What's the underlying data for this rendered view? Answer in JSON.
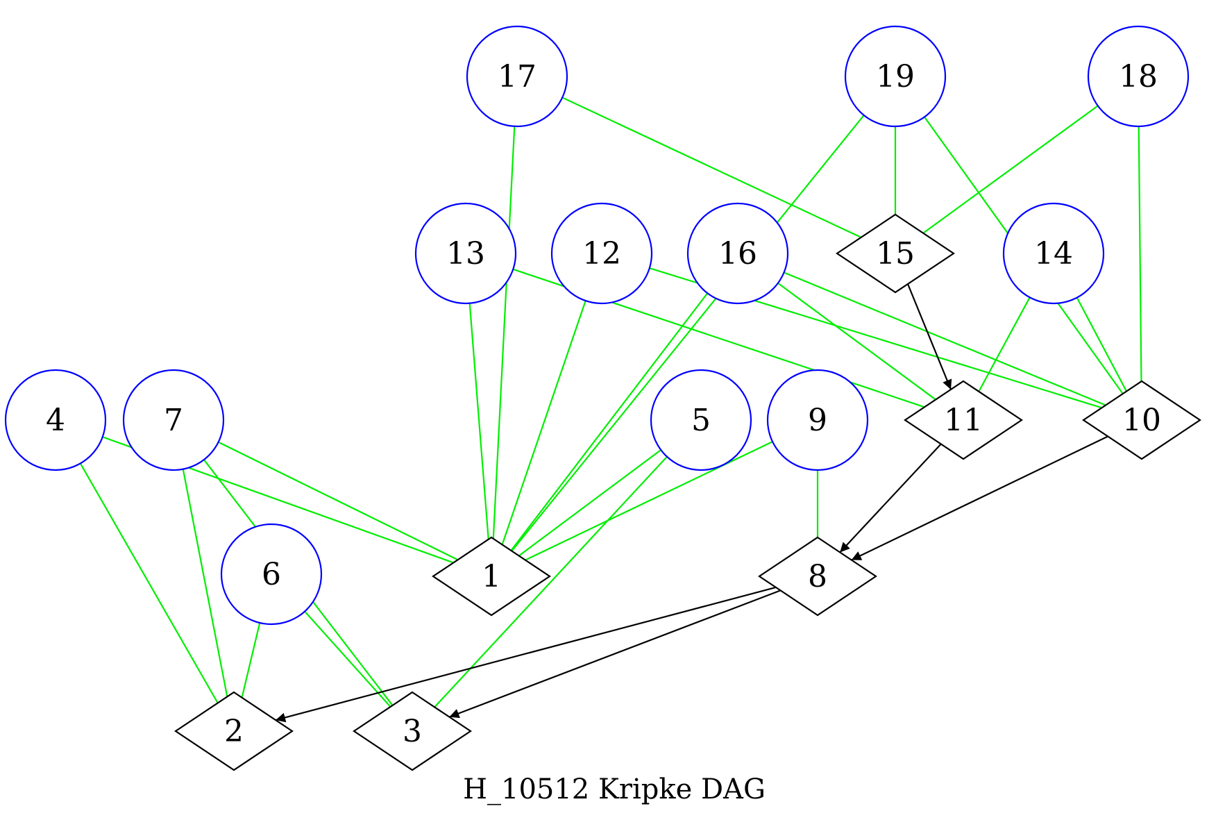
{
  "caption": "H_10512 Kripke DAG",
  "colors": {
    "background": "#ffffff",
    "circle_stroke": "#0000ff",
    "diamond_stroke": "#000000",
    "undirected_edge": "#00ee00",
    "directed_edge": "#000000",
    "text": "#000000"
  },
  "nodes": [
    {
      "id": "17",
      "label": "17",
      "shape": "circle"
    },
    {
      "id": "19",
      "label": "19",
      "shape": "circle"
    },
    {
      "id": "18",
      "label": "18",
      "shape": "circle"
    },
    {
      "id": "13",
      "label": "13",
      "shape": "circle"
    },
    {
      "id": "12",
      "label": "12",
      "shape": "circle"
    },
    {
      "id": "16",
      "label": "16",
      "shape": "circle"
    },
    {
      "id": "15",
      "label": "15",
      "shape": "diamond"
    },
    {
      "id": "14",
      "label": "14",
      "shape": "circle"
    },
    {
      "id": "4",
      "label": "4",
      "shape": "circle"
    },
    {
      "id": "7",
      "label": "7",
      "shape": "circle"
    },
    {
      "id": "5",
      "label": "5",
      "shape": "circle"
    },
    {
      "id": "9",
      "label": "9",
      "shape": "circle"
    },
    {
      "id": "11",
      "label": "11",
      "shape": "diamond"
    },
    {
      "id": "10",
      "label": "10",
      "shape": "diamond"
    },
    {
      "id": "6",
      "label": "6",
      "shape": "circle"
    },
    {
      "id": "1",
      "label": "1",
      "shape": "diamond"
    },
    {
      "id": "8",
      "label": "8",
      "shape": "diamond"
    },
    {
      "id": "2",
      "label": "2",
      "shape": "diamond"
    },
    {
      "id": "3",
      "label": "3",
      "shape": "diamond"
    }
  ],
  "edges": [
    {
      "from": "17",
      "to": "1",
      "directed": false
    },
    {
      "from": "17",
      "to": "15",
      "directed": false
    },
    {
      "from": "19",
      "to": "1",
      "directed": false
    },
    {
      "from": "19",
      "to": "15",
      "directed": false
    },
    {
      "from": "19",
      "to": "10",
      "directed": false
    },
    {
      "from": "18",
      "to": "15",
      "directed": false
    },
    {
      "from": "18",
      "to": "10",
      "directed": false
    },
    {
      "from": "13",
      "to": "1",
      "directed": false
    },
    {
      "from": "13",
      "to": "11",
      "directed": false
    },
    {
      "from": "12",
      "to": "1",
      "directed": false
    },
    {
      "from": "12",
      "to": "10",
      "directed": false
    },
    {
      "from": "16",
      "to": "1",
      "directed": false
    },
    {
      "from": "16",
      "to": "11",
      "directed": false
    },
    {
      "from": "16",
      "to": "10",
      "directed": false
    },
    {
      "from": "14",
      "to": "11",
      "directed": false
    },
    {
      "from": "14",
      "to": "10",
      "directed": false
    },
    {
      "from": "4",
      "to": "1",
      "directed": false
    },
    {
      "from": "4",
      "to": "2",
      "directed": false
    },
    {
      "from": "7",
      "to": "1",
      "directed": false
    },
    {
      "from": "7",
      "to": "2",
      "directed": false
    },
    {
      "from": "7",
      "to": "3",
      "directed": false
    },
    {
      "from": "5",
      "to": "1",
      "directed": false
    },
    {
      "from": "5",
      "to": "3",
      "directed": false
    },
    {
      "from": "9",
      "to": "1",
      "directed": false
    },
    {
      "from": "9",
      "to": "8",
      "directed": false
    },
    {
      "from": "6",
      "to": "2",
      "directed": false
    },
    {
      "from": "6",
      "to": "3",
      "directed": false
    },
    {
      "from": "15",
      "to": "11",
      "directed": true
    },
    {
      "from": "11",
      "to": "8",
      "directed": true
    },
    {
      "from": "10",
      "to": "8",
      "directed": true
    },
    {
      "from": "8",
      "to": "2",
      "directed": true
    },
    {
      "from": "8",
      "to": "3",
      "directed": true
    }
  ]
}
